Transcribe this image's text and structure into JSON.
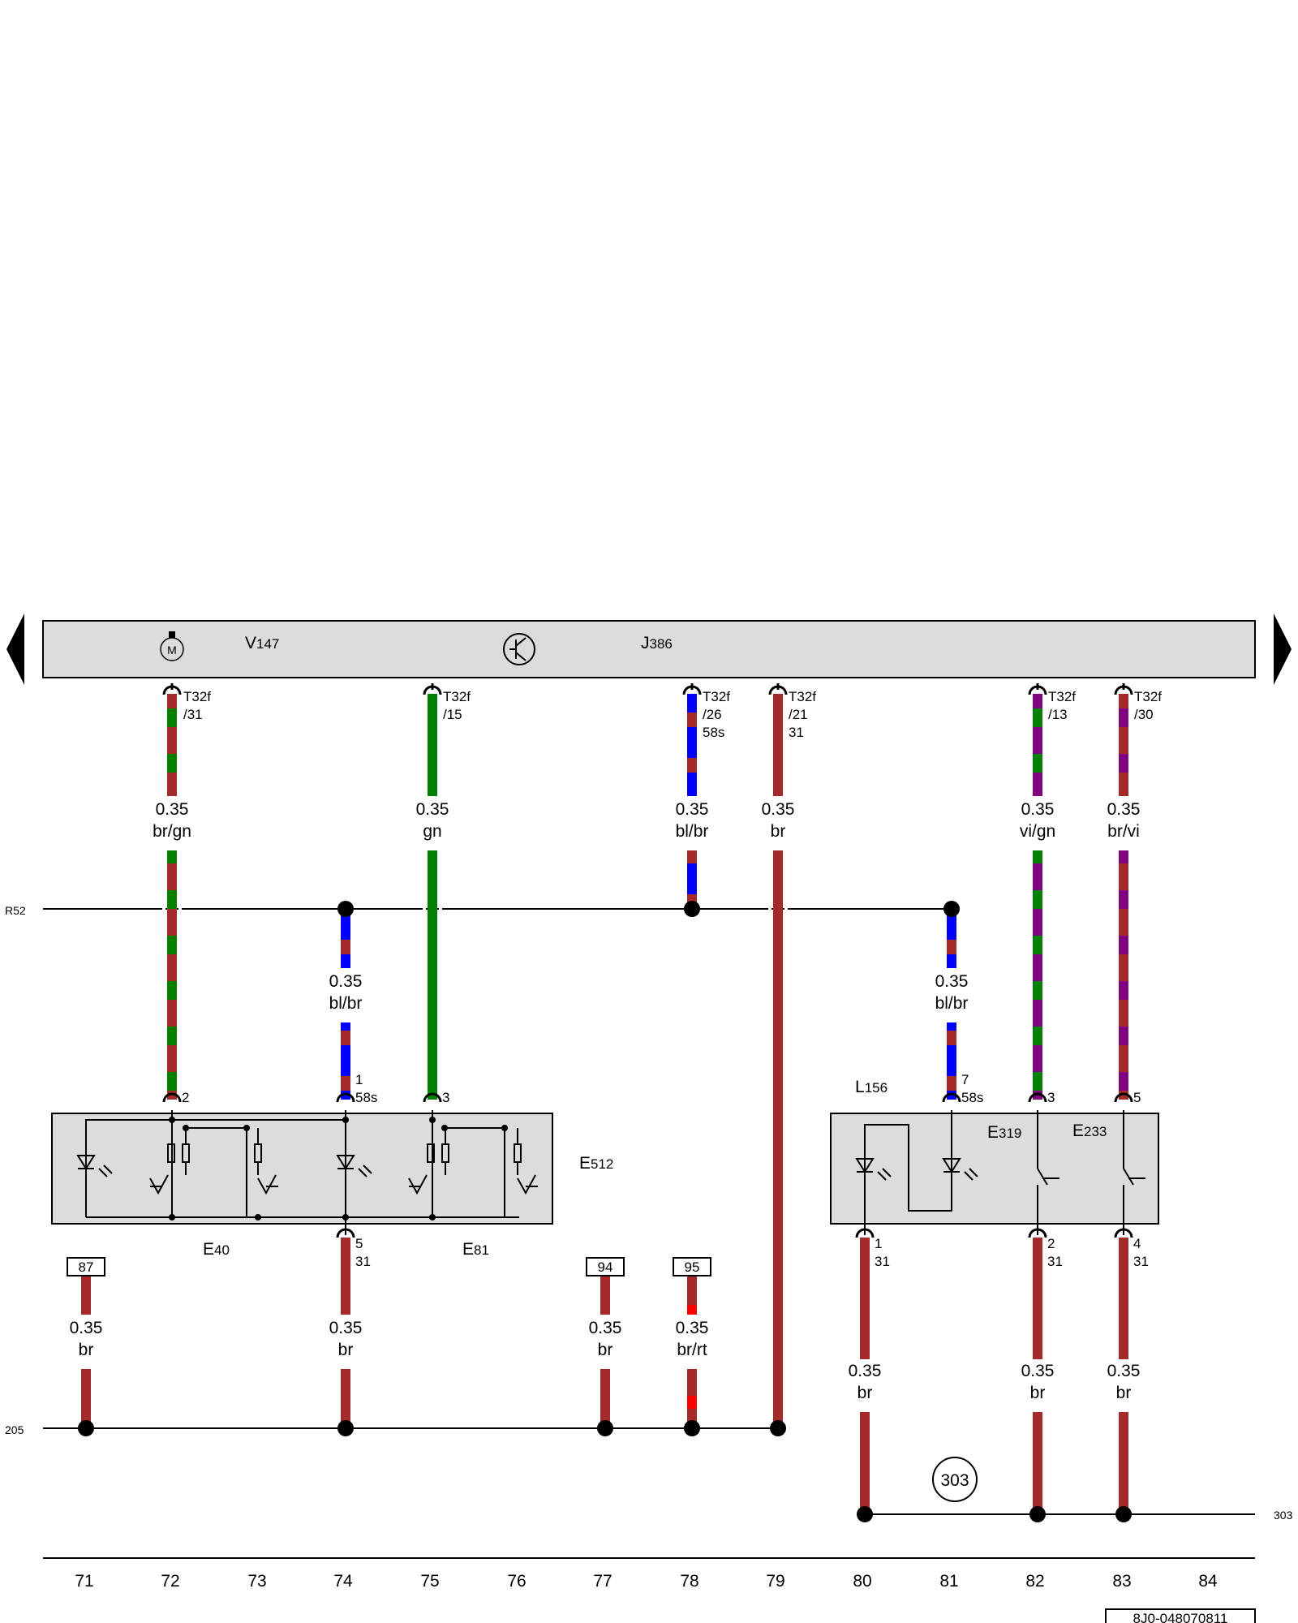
{
  "header": {
    "component_codes": [
      {
        "main": "V",
        "sub": "147"
      },
      {
        "main": "J",
        "sub": "386"
      }
    ],
    "motor_symbol": "M"
  },
  "rails": {
    "r52": "R52",
    "r205": "205",
    "r303": "303",
    "ground_label": "303"
  },
  "connectors": [
    {
      "pin": "T32f",
      "num": "/31"
    },
    {
      "pin": "T32f",
      "num": "/15"
    },
    {
      "pin": "T32f",
      "num": "/26",
      "extra": "58s"
    },
    {
      "pin": "T32f",
      "num": "/21",
      "extra": "31"
    },
    {
      "pin": "T32f",
      "num": "/13"
    },
    {
      "pin": "T32f",
      "num": "/30"
    }
  ],
  "wires_top": [
    {
      "gauge": "0.35",
      "color": "br/gn"
    },
    {
      "gauge": "0.35",
      "color": "gn"
    },
    {
      "gauge": "0.35",
      "color": "bl/br"
    },
    {
      "gauge": "0.35",
      "color": "br"
    },
    {
      "gauge": "0.35",
      "color": "vi/gn"
    },
    {
      "gauge": "0.35",
      "color": "br/vi"
    }
  ],
  "wires_mid": [
    {
      "gauge": "0.35",
      "color": "bl/br"
    },
    {
      "gauge": "0.35",
      "color": "bl/br"
    }
  ],
  "wires_bottom": [
    {
      "gauge": "0.35",
      "color": "br"
    },
    {
      "gauge": "0.35",
      "color": "br"
    },
    {
      "gauge": "0.35",
      "color": "br"
    },
    {
      "gauge": "0.35",
      "color": "br/rt"
    },
    {
      "gauge": "0.35",
      "color": "br"
    },
    {
      "gauge": "0.35",
      "color": "br"
    },
    {
      "gauge": "0.35",
      "color": "br"
    }
  ],
  "pins": [
    "2",
    "1",
    "58s",
    "3",
    "5",
    "31",
    "7",
    "58s",
    "3",
    "5",
    "1",
    "31",
    "2",
    "31",
    "4",
    "31"
  ],
  "components": [
    {
      "main": "E",
      "sub": "512"
    },
    {
      "main": "E",
      "sub": "40"
    },
    {
      "main": "E",
      "sub": "81"
    },
    {
      "main": "L",
      "sub": "156"
    },
    {
      "main": "E",
      "sub": "319"
    },
    {
      "main": "E",
      "sub": "233"
    }
  ],
  "boxed_refs": [
    "87",
    "94",
    "95"
  ],
  "current_track_numbers": [
    "71",
    "72",
    "73",
    "74",
    "75",
    "76",
    "77",
    "78",
    "79",
    "80",
    "81",
    "82",
    "83",
    "84"
  ],
  "document_number": "8J0-048070811",
  "colors": {
    "br": "#a52a2a",
    "gn": "#008000",
    "bl": "#0000ff",
    "vi": "#800080",
    "rt": "#ff0000",
    "panel": "#dcdcdc"
  }
}
